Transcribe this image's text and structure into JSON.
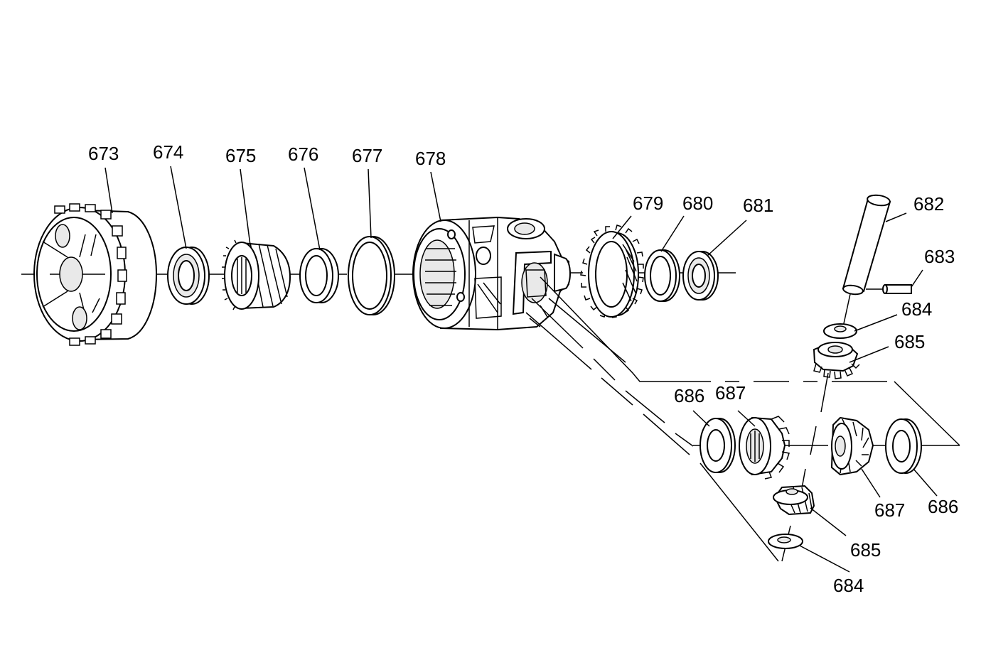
{
  "diagram": {
    "background": "#ffffff",
    "line_color": "#000000",
    "labels": [
      {
        "id": "l673",
        "text": "673"
      },
      {
        "id": "l674",
        "text": "674"
      },
      {
        "id": "l675",
        "text": "675"
      },
      {
        "id": "l676",
        "text": "676"
      },
      {
        "id": "l677",
        "text": "677"
      },
      {
        "id": "l678",
        "text": "678"
      },
      {
        "id": "l679",
        "text": "679"
      },
      {
        "id": "l680",
        "text": "680"
      },
      {
        "id": "l681",
        "text": "681"
      },
      {
        "id": "l682",
        "text": "682"
      },
      {
        "id": "l683",
        "text": "683"
      },
      {
        "id": "l684a",
        "text": "684"
      },
      {
        "id": "l685a",
        "text": "685"
      },
      {
        "id": "l686a",
        "text": "686"
      },
      {
        "id": "l687a",
        "text": "687"
      },
      {
        "id": "l687b",
        "text": "687"
      },
      {
        "id": "l686b",
        "text": "686"
      },
      {
        "id": "l685b",
        "text": "685"
      },
      {
        "id": "l684b",
        "text": "684"
      }
    ]
  }
}
